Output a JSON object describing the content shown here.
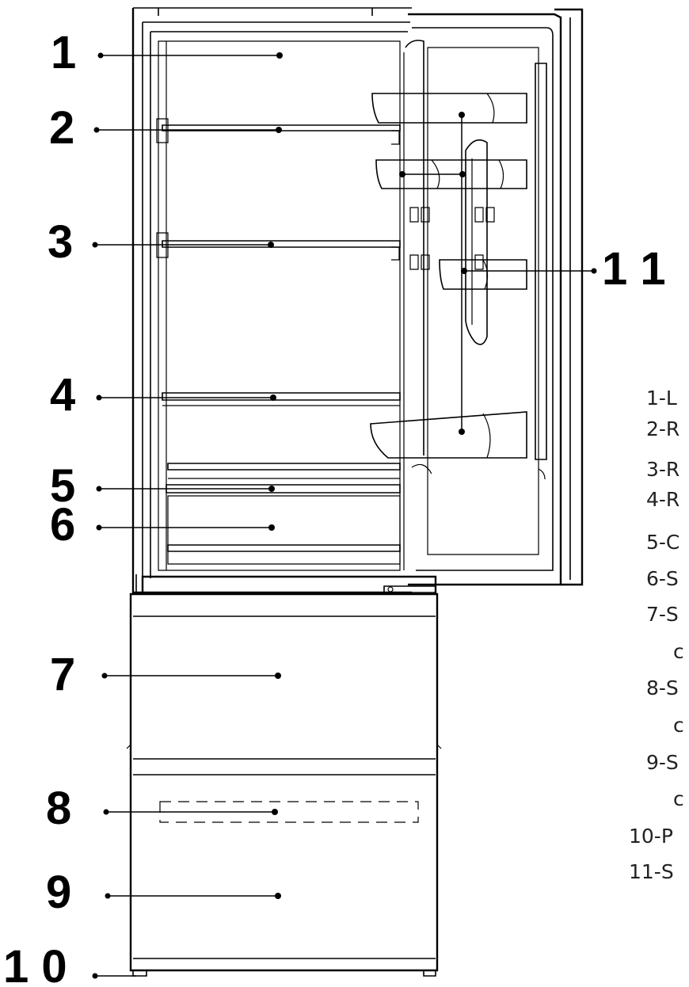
{
  "callouts": {
    "c1": "1",
    "c2": "2",
    "c3": "3",
    "c4": "4",
    "c5": "5",
    "c6": "6",
    "c7": "7",
    "c8": "8",
    "c9": "9",
    "c10": "1 0",
    "c11": "1 1"
  },
  "legend": {
    "l1": "1-L",
    "l2": "2-R",
    "l3": "3-R",
    "l4": "4-R",
    "l5": "5-C",
    "l6": "6-S",
    "l7": "7-S",
    "l7b": "c",
    "l8": "8-S",
    "l8b": "c",
    "l9": "9-S",
    "l9b": "c",
    "l10": "10-P",
    "l11": "11-S"
  },
  "colors": {
    "line": "#000000",
    "background": "#ffffff"
  }
}
